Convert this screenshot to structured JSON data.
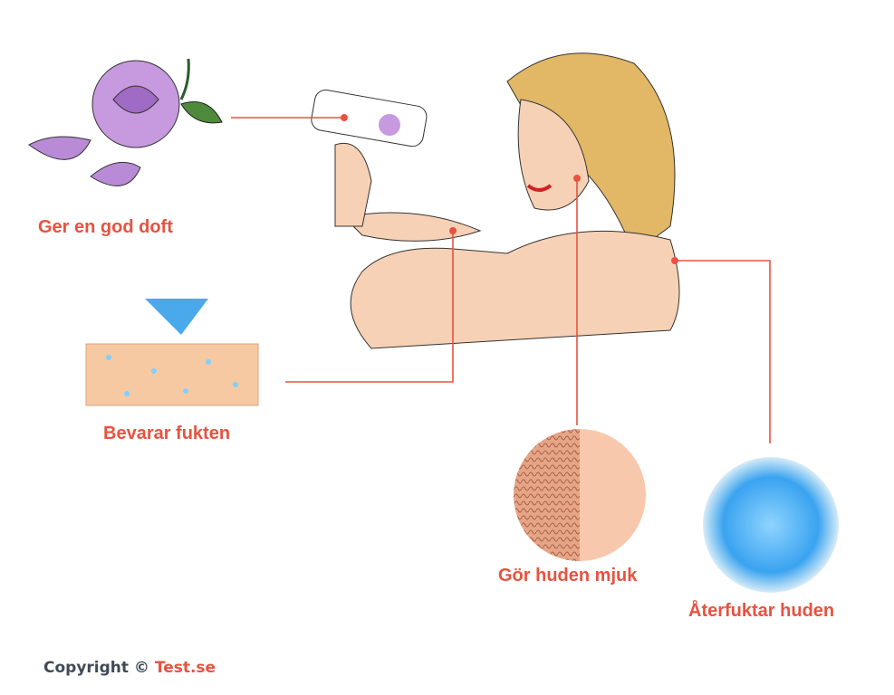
{
  "labels": {
    "fragrance": "Ger en god doft",
    "moisture": "Bevarar fukten",
    "soft": "Gör huden mjuk",
    "hydrate": "Återfuktar huden"
  },
  "copyright": {
    "text": "Copyright ©",
    "brand": "Test.se"
  },
  "colors": {
    "accent": "#e8523f",
    "text_dark": "#3f4a56"
  }
}
